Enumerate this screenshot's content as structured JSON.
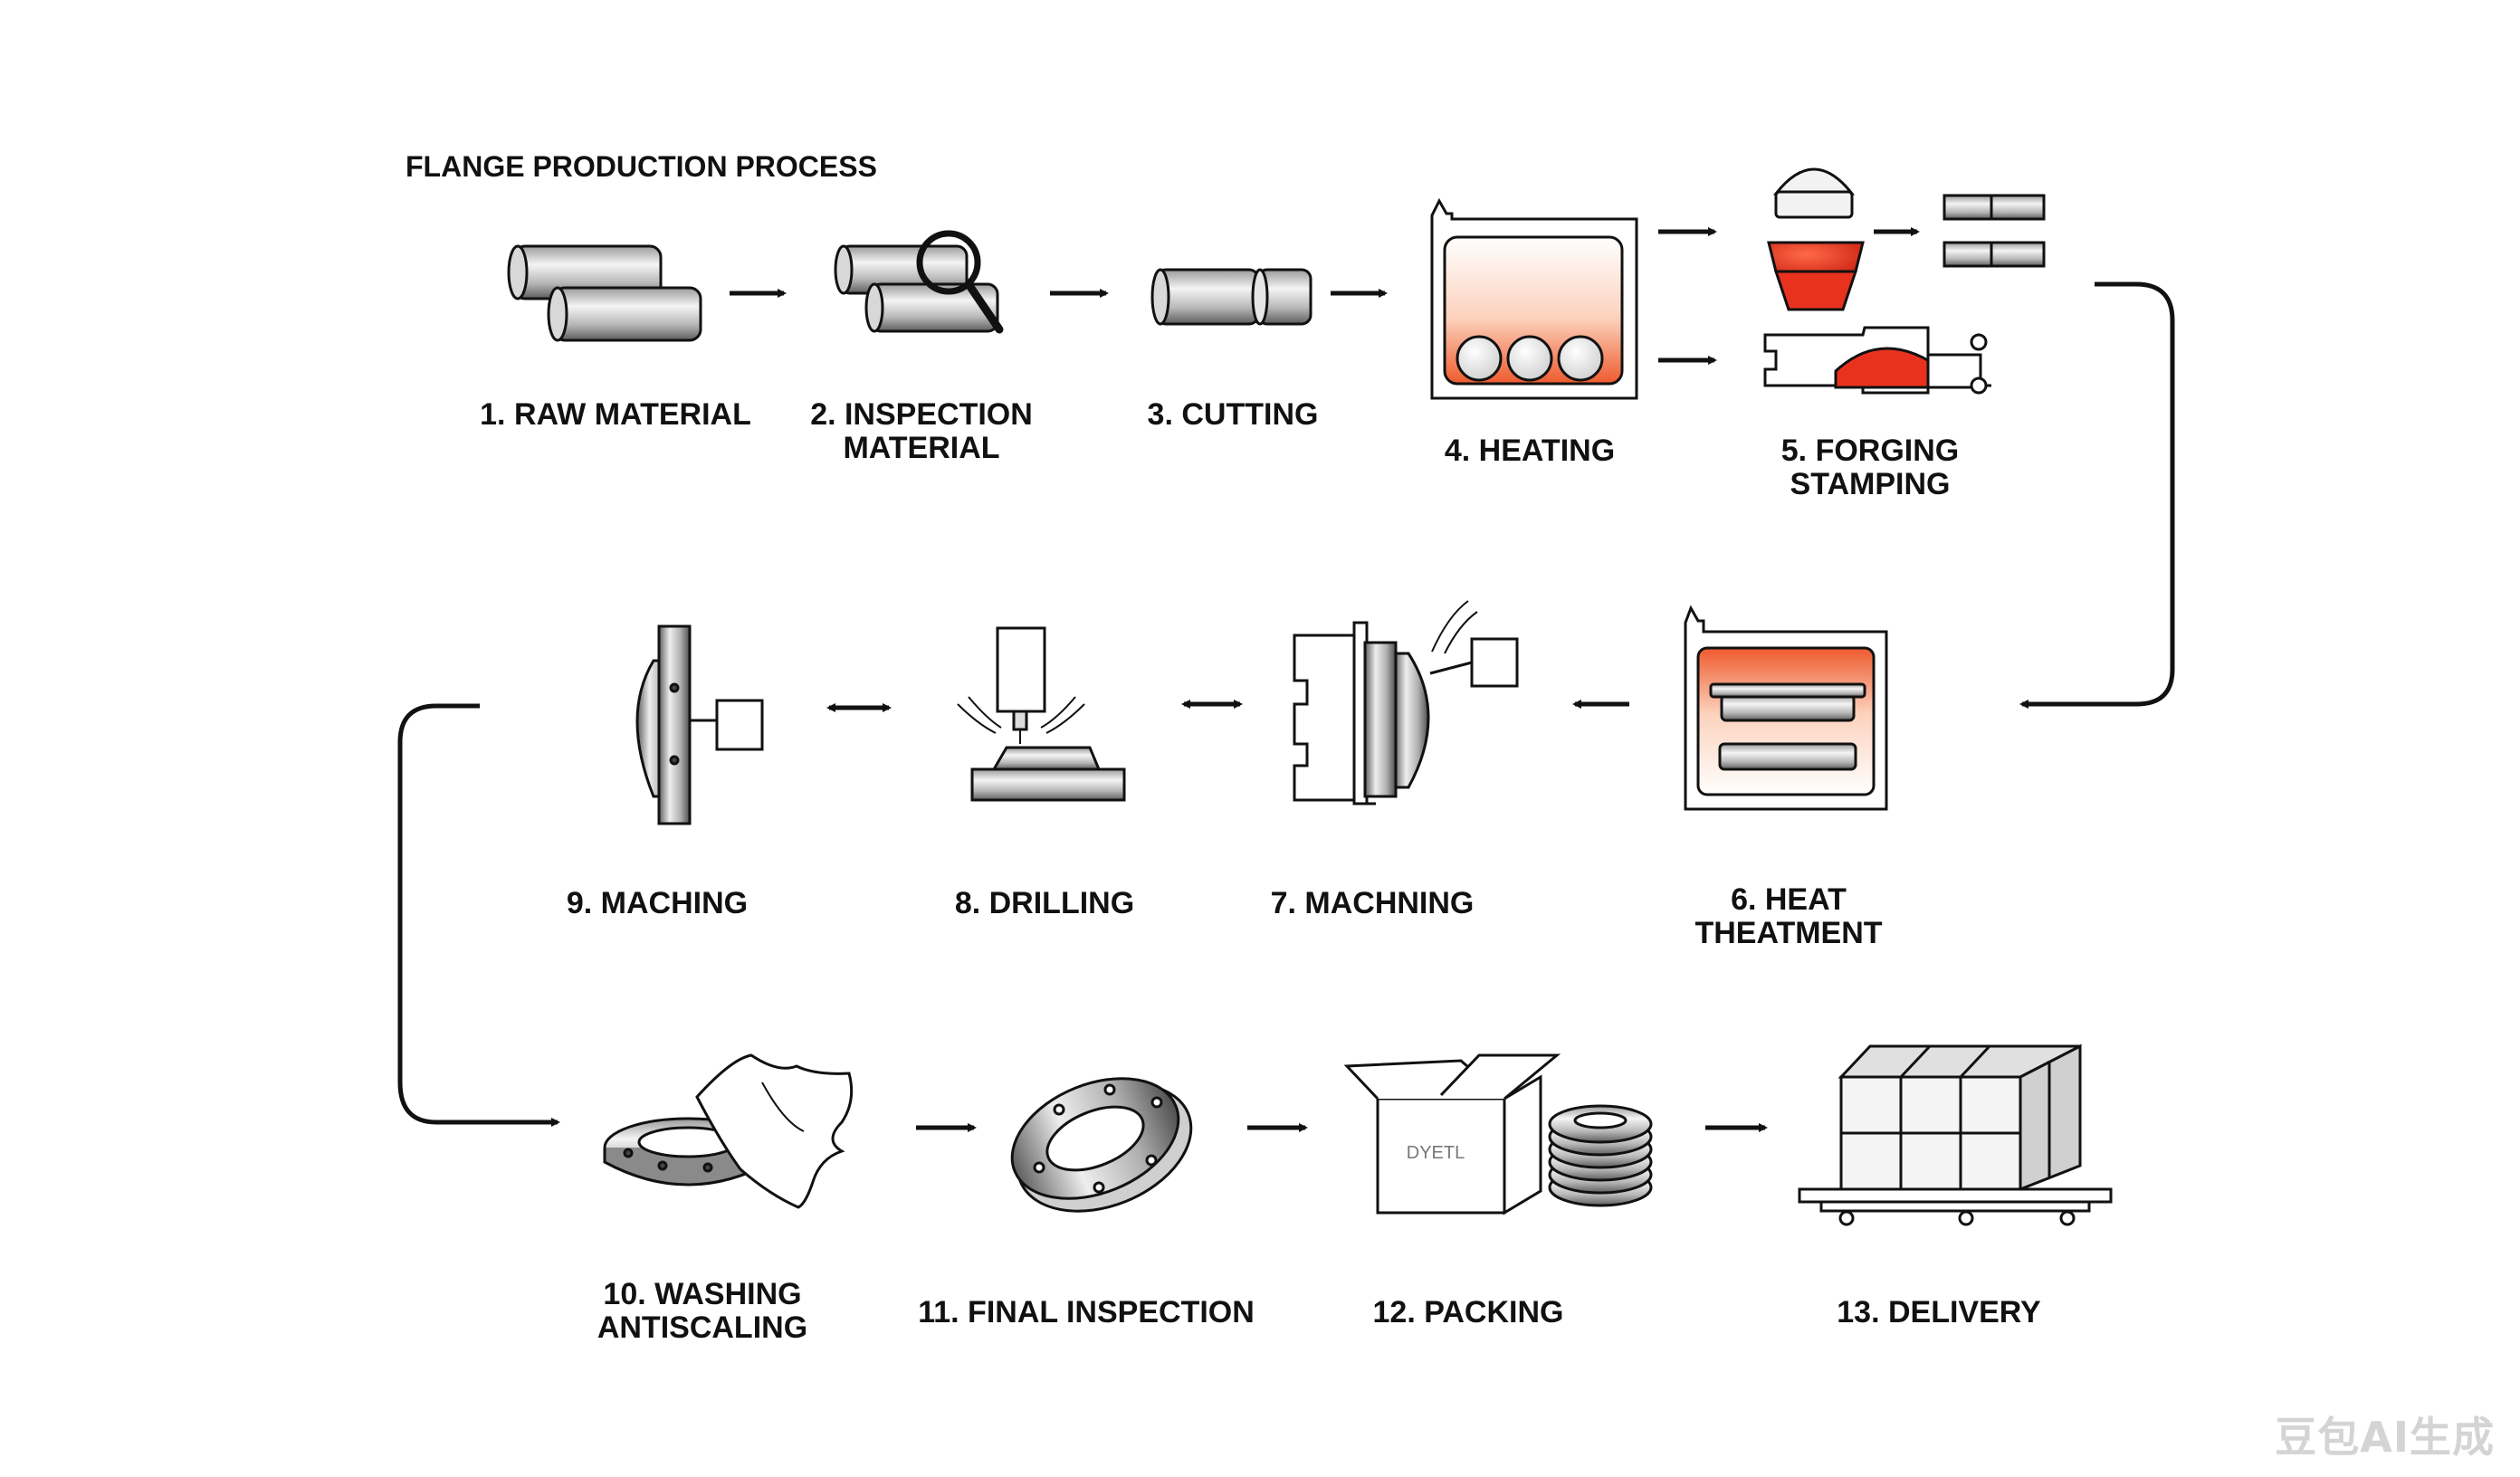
{
  "title": "FLANGE PRODUCTION PROCESS",
  "steps": [
    {
      "line1": "1. RAW MATERIAL",
      "line2": ""
    },
    {
      "line1": "2. INSPECTION",
      "line2": "MATERIAL"
    },
    {
      "line1": "3. CUTTING",
      "line2": ""
    },
    {
      "line1": "4. HEATING",
      "line2": ""
    },
    {
      "line1": "5. FORGING",
      "line2": "STAMPING"
    },
    {
      "line1": "6. HEAT",
      "line2": "THEATMENT"
    },
    {
      "line1": "7. MACHNING",
      "line2": ""
    },
    {
      "line1": "8. DRILLING",
      "line2": ""
    },
    {
      "line1": "9. MACHING",
      "line2": ""
    },
    {
      "line1": "10. WASHING",
      "line2": "ANTISCALING"
    },
    {
      "line1": "11. FINAL INSPECTION",
      "line2": ""
    },
    {
      "line1": "12. PACKING",
      "line2": ""
    },
    {
      "line1": "13. DELIVERY",
      "line2": ""
    }
  ],
  "box_label": "DYETL",
  "watermark": "豆包AI生成",
  "colors": {
    "ink": "#111111",
    "hot": "#e8321e",
    "hot_light": "#fbd7c6",
    "steel": "#8a8a8a"
  }
}
